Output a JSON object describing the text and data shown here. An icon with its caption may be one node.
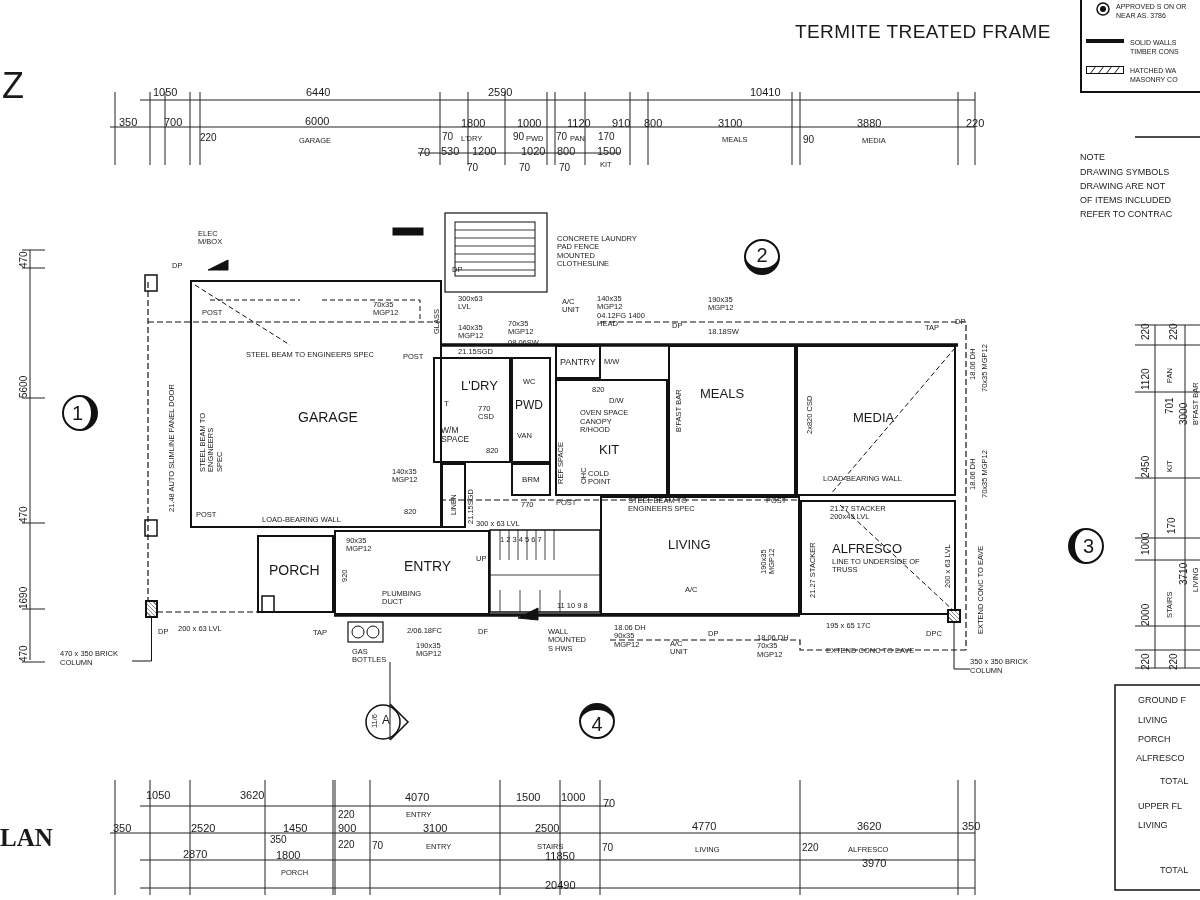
{
  "diagram": {
    "title": "TERMITE TREATED FRAME",
    "nodes": [
      {
        "text": [
          "GARAGE"
        ]
      },
      {
        "text": [
          "L'DRY"
        ]
      },
      {
        "text": [
          "PWD"
        ]
      },
      {
        "text": [
          "PANTRY"
        ]
      },
      {
        "text": [
          "KIT"
        ]
      },
      {
        "text": [
          "MEALS"
        ]
      },
      {
        "text": [
          "MEDIA"
        ]
      },
      {
        "text": [
          "PORCH"
        ]
      },
      {
        "text": [
          "ENTRY"
        ]
      },
      {
        "text": [
          "LIVING"
        ]
      },
      {
        "text": [
          "ALFRESCO",
          "LINE TO UNDERSIDE OF TRUSS"
        ]
      },
      {
        "text": [
          "BRM"
        ]
      },
      {
        "text": [
          "LINEN"
        ]
      },
      {
        "text": [
          "470 x 350 BRICK COLUMN"
        ]
      },
      {
        "text": [],
        "shape": "box"
      },
      {
        "text": [
          "350 x 350 BRICK COLUMN"
        ]
      },
      {
        "text": [],
        "shape": "box"
      }
    ],
    "edges": [
      {
        "from": 13,
        "to": 14,
        "arrow": "none"
      },
      {
        "from": 15,
        "to": 16,
        "arrow": "none"
      }
    ],
    "labels": [
      "1050",
      "6440",
      "2590",
      "10410",
      "350",
      "700",
      "6000",
      "1800",
      "1000",
      "1120",
      "910",
      "800",
      "3100",
      "3880",
      "220",
      "220",
      "GARAGE",
      "70",
      "L'DRY",
      "90",
      "PWD",
      "70",
      "PAN",
      "170",
      "MEALS",
      "90",
      "MEDIA",
      "70",
      "530",
      "1200",
      "1020",
      "800",
      "1500",
      "KIT",
      "70",
      "70",
      "70",
      "470",
      "5600",
      "470",
      "1690",
      "470",
      "ELEC M/BOX",
      "DP",
      "DP",
      "CONCRETE LAUNDRY PAD FENCE MOUNTED CLOTHESLINE",
      "300x63 LVL",
      "70x35 MGP12",
      "GLASS",
      "POST",
      "140x35 MGP12",
      "70x35 MGP12",
      "08.06SW",
      "21.15SGD",
      "A/C UNIT",
      "140x35 MGP12 04.12FG 1400 HEAD",
      "DP",
      "190x35 MGP12",
      "18.18SW",
      "TAP",
      "DP",
      "STEEL BEAM TO ENGINEERS SPEC",
      "POST",
      "W/M SPACE",
      "T",
      "WC",
      "770 CSD",
      "VAN",
      "820",
      "M/W",
      "820",
      "D/W",
      "OVEN SPACE",
      "CANOPY R/HOOD",
      "REF SPACE",
      "OHC",
      "B'FAST BAR",
      "2x820 CSD",
      "18.06 DH",
      "70x35 MGP12",
      "18.06 DH",
      "70x35 MGP12",
      "21.48 AUTO SLIMLINE PANEL DOOR",
      "STEEL BEAM TO ENGINEERS SPEC",
      "140x35 MGP12",
      "820",
      "21.15SGD",
      "770",
      "POST",
      "COLD POINT",
      "POST",
      "LOAD-BEARING WALL",
      "POST",
      "LOAD-BEARING WALL",
      "300 x 63 LVL",
      "STEEL BEAM TO ENGINEERS SPEC",
      "21.27 STACKER 200x45 LVL",
      "90x35 MGP12",
      "UP",
      "1 2 3 4 5 6 7",
      "920",
      "PLUMBING DUCT",
      "11 10 9 8",
      "190x35 MGP12",
      "21.27 STACKER",
      "200 x 63 LVL",
      "EXTEND CONC TO EAVE",
      "A/C",
      "DP",
      "200 x 63 LVL",
      "TAP",
      "2/06.18FC",
      "DF",
      "190x35 MGP12",
      "GAS BOTTLES",
      "WALL MOUNTED S HWS",
      "18.06 DH 90x35 MGP12",
      "A/C UNIT",
      "DP",
      "18.06 DH 70x35 MGP12",
      "195 x 65 17C",
      "DPC",
      "EXTEND CONC TO EAVE",
      "1050",
      "3620",
      "4070",
      "1500",
      "1000",
      "70",
      "220",
      "ENTRY",
      "350",
      "2520",
      "1450",
      "900",
      "3100",
      "2500",
      "4770",
      "3620",
      "350",
      "220",
      "70",
      "350",
      "ENTRY",
      "STAIRS",
      "70",
      "LIVING",
      "220",
      "ALFRESCO",
      "2870",
      "1800",
      "11850",
      "3970",
      "PORCH",
      "20490",
      "LAN",
      "Z",
      "220",
      "220",
      "1120",
      "PAN",
      "2450",
      "KIT",
      "701",
      "3000",
      "B'FAST BAR",
      "170",
      "1000",
      "3710",
      "LIVING",
      "2000",
      "STAIRS",
      "220",
      "220",
      "NOTE",
      "DRAWING SYMBOLS",
      "DRAWING ARE NOT",
      "OF ITEMS INCLUDED",
      "REFER TO CONTRAC",
      "GROUND F",
      "LIVING",
      "PORCH",
      "ALFRESCO",
      "TOTAL",
      "UPPER FL",
      "LIVING",
      "TOTAL",
      "1",
      "2",
      "3",
      "11/6",
      "A",
      "4"
    ],
    "legend": [
      {
        "text": "APPROVED S ON OR NEAR AS. 3786"
      },
      {
        "text": "SOLID WALLS TIMBER CONS"
      },
      {
        "text": "HATCHED WA MASONRY CO"
      }
    ]
  }
}
